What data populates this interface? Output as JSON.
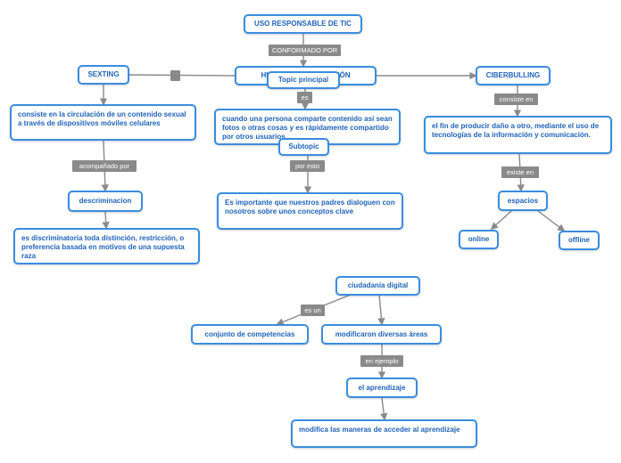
{
  "nodes": {
    "root": "USO RESPONSABLE DE TIC",
    "huella": "HUELLA DE REPUTACIÓN",
    "sexting": "SEXTING",
    "ciberbulling": "CIBERBULLING",
    "sexting_def": "consiste en la circulación de un contenido sexual a través de dispositivos móviles celulares",
    "huella_def": "cuando una persona comparte contenido así sean fotos o otras cosas  y es rápidamente compartido por otros usuarios",
    "ciber_def": "el fin de producir daño a otro, mediante el uso de tecnologías de la información y comunicación.",
    "topic_principal": "Topic principal",
    "subtopic": "Subtopic",
    "discriminacion": "descriminacion",
    "discriminacion_def": "es discriminatoria toda distinción, restricción, o preferencia basada en motivos de una supuesta raza",
    "padres": "Es importante que nuestros padres dialoguen con nosotros sobre unos conceptos clave",
    "espacios": "espacios",
    "online": "online",
    "offline": "offline",
    "ciudadania": "ciudadania digital",
    "competencias": "conjunto de competencias",
    "areas": "modificaron diversas áreas",
    "aprendizaje": "el aprendizaje",
    "maneras": "modifica las maneras de acceder al aprendizaje"
  },
  "labels": {
    "conformado": "CONFORMADO POR",
    "es": "es",
    "consiste_en": "consiste en",
    "acompanado": "acompañado por",
    "por_esto": "por esto",
    "existe_en": "existe en",
    "es_un": "es un",
    "en_ejemplo": "en ejemplo"
  },
  "colors": {
    "node_border": "#3a8dde",
    "node_text": "#1f63b8",
    "label_bg": "#8a8a8a",
    "line": "#8a8a8a"
  }
}
